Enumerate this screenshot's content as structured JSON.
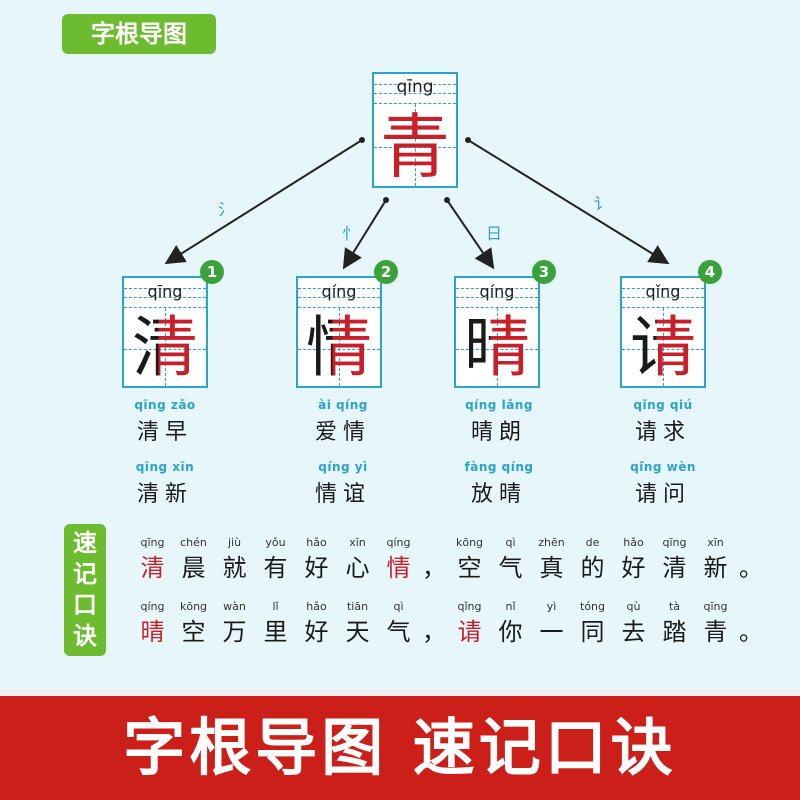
{
  "title_badge": "字根导图",
  "root": {
    "pinyin": "qīng",
    "char": "青"
  },
  "radicals": [
    "氵",
    "忄",
    "日",
    "讠"
  ],
  "derived": [
    {
      "number": "1",
      "pinyin": "qīng",
      "radical": "氵",
      "root": "青",
      "words": [
        {
          "pinyin": "qīng zǎo",
          "text": "清早"
        },
        {
          "pinyin": "qīng xīn",
          "text": "清新"
        }
      ]
    },
    {
      "number": "2",
      "pinyin": "qíng",
      "radical": "忄",
      "root": "青",
      "words": [
        {
          "pinyin": "ài qíng",
          "text": "爱情"
        },
        {
          "pinyin": "qíng yì",
          "text": "情谊"
        }
      ]
    },
    {
      "number": "3",
      "pinyin": "qíng",
      "radical": "日",
      "root": "青",
      "words": [
        {
          "pinyin": "qíng lǎng",
          "text": "晴朗"
        },
        {
          "pinyin": "fàng qíng",
          "text": "放晴"
        }
      ]
    },
    {
      "number": "4",
      "pinyin": "qǐng",
      "radical": "讠",
      "root": "青",
      "words": [
        {
          "pinyin": "qǐng qiú",
          "text": "请求"
        },
        {
          "pinyin": "qǐng wèn",
          "text": "请问"
        }
      ]
    }
  ],
  "memo_badge": [
    "速",
    "记",
    "口",
    "诀"
  ],
  "verse": [
    [
      {
        "py": "qīng",
        "cn": "清",
        "red": true
      },
      {
        "py": "chén",
        "cn": "晨"
      },
      {
        "py": "jiù",
        "cn": "就"
      },
      {
        "py": "yǒu",
        "cn": "有"
      },
      {
        "py": "hǎo",
        "cn": "好"
      },
      {
        "py": "xīn",
        "cn": "心"
      },
      {
        "py": "qíng",
        "cn": "情",
        "red": true
      },
      {
        "py": "",
        "cn": "，",
        "punct": true
      },
      {
        "py": "kōng",
        "cn": "空"
      },
      {
        "py": "qì",
        "cn": "气"
      },
      {
        "py": "zhēn",
        "cn": "真"
      },
      {
        "py": "de",
        "cn": "的"
      },
      {
        "py": "hǎo",
        "cn": "好"
      },
      {
        "py": "qīng",
        "cn": "清"
      },
      {
        "py": "xīn",
        "cn": "新"
      },
      {
        "py": "",
        "cn": "。",
        "punct": true
      }
    ],
    [
      {
        "py": "qíng",
        "cn": "晴",
        "red": true
      },
      {
        "py": "kōng",
        "cn": "空"
      },
      {
        "py": "wàn",
        "cn": "万"
      },
      {
        "py": "lǐ",
        "cn": "里"
      },
      {
        "py": "hǎo",
        "cn": "好"
      },
      {
        "py": "tiān",
        "cn": "天"
      },
      {
        "py": "qì",
        "cn": "气"
      },
      {
        "py": "",
        "cn": "，",
        "punct": true
      },
      {
        "py": "qǐng",
        "cn": "请",
        "red": true
      },
      {
        "py": "nǐ",
        "cn": "你"
      },
      {
        "py": "yì",
        "cn": "一"
      },
      {
        "py": "tóng",
        "cn": "同"
      },
      {
        "py": "qù",
        "cn": "去"
      },
      {
        "py": "tà",
        "cn": "踏"
      },
      {
        "py": "qīng",
        "cn": "青"
      },
      {
        "py": "",
        "cn": "。",
        "punct": true
      }
    ]
  ],
  "footer": "字根导图 速记口诀",
  "colors": {
    "accent_red": "#c8202a",
    "accent_blue": "#2aa4cf",
    "badge_green": "#6dbb2e",
    "footer_red": "#cc1f1a"
  }
}
